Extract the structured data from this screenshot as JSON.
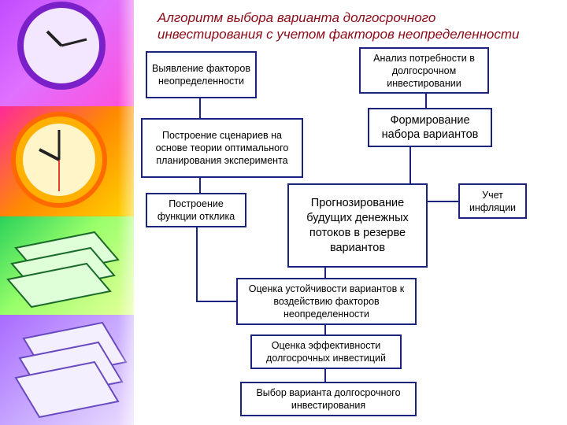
{
  "title": {
    "line1": "Алгоритм выбора варианта долгосрочного",
    "line2": "инвестирования с учетом факторов неопределенности"
  },
  "nodes": {
    "identify_factors": "Выявление факторов неопределенности",
    "build_scenarios": "Построение сценариев на основе теории оптимального планирования эксперимента",
    "response_function": "Построение функции отклика",
    "needs_analysis": "Анализ потребности в долгосрочном инвестировании",
    "form_variants": "Формирование набора вариантов",
    "forecast_cash_flows": "Прогнозирование будущих денежных потоков в резерве вариантов",
    "inflation": "Учет инфляции",
    "stability_assessment": "Оценка устойчивости вариантов к воздействию факторов неопределенности",
    "efficiency_assessment": "Оценка эффективности долгосрочных инвестиций",
    "choose_variant": "Выбор варианта долгосрочного инвестирования"
  },
  "colors": {
    "title": "#8b0a17",
    "border": "#1a237e",
    "connector": "#1a237e"
  }
}
